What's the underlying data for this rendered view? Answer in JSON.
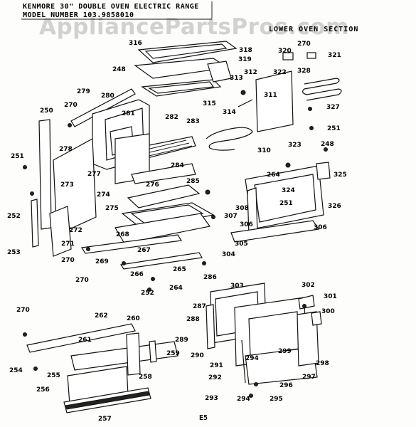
{
  "header": {
    "line1": "KENMORE 30\" DOUBLE OVEN ELECTRIC RANGE",
    "line2": "MODEL NUMBER 103.9858010",
    "section": "LOWER OVEN SECTION"
  },
  "watermark": "AppliancePartsPros.com",
  "page_label": "E5",
  "parts": [
    "248",
    "250",
    "251",
    "252",
    "253",
    "254",
    "255",
    "256",
    "257",
    "258",
    "259",
    "260",
    "261",
    "262",
    "264",
    "265",
    "266",
    "267",
    "268",
    "269",
    "270",
    "271",
    "272",
    "273",
    "274",
    "275",
    "276",
    "277",
    "278",
    "279",
    "280",
    "281",
    "282",
    "283",
    "284",
    "285",
    "286",
    "287",
    "288",
    "289",
    "290",
    "291",
    "292",
    "293",
    "294",
    "295",
    "296",
    "297",
    "298",
    "299",
    "300",
    "301",
    "302",
    "303",
    "304",
    "305",
    "306",
    "307",
    "308",
    "310",
    "311",
    "312",
    "313",
    "314",
    "315",
    "316",
    "318",
    "319",
    "320",
    "321",
    "322",
    "323",
    "324",
    "325",
    "326",
    "327",
    "328"
  ]
}
